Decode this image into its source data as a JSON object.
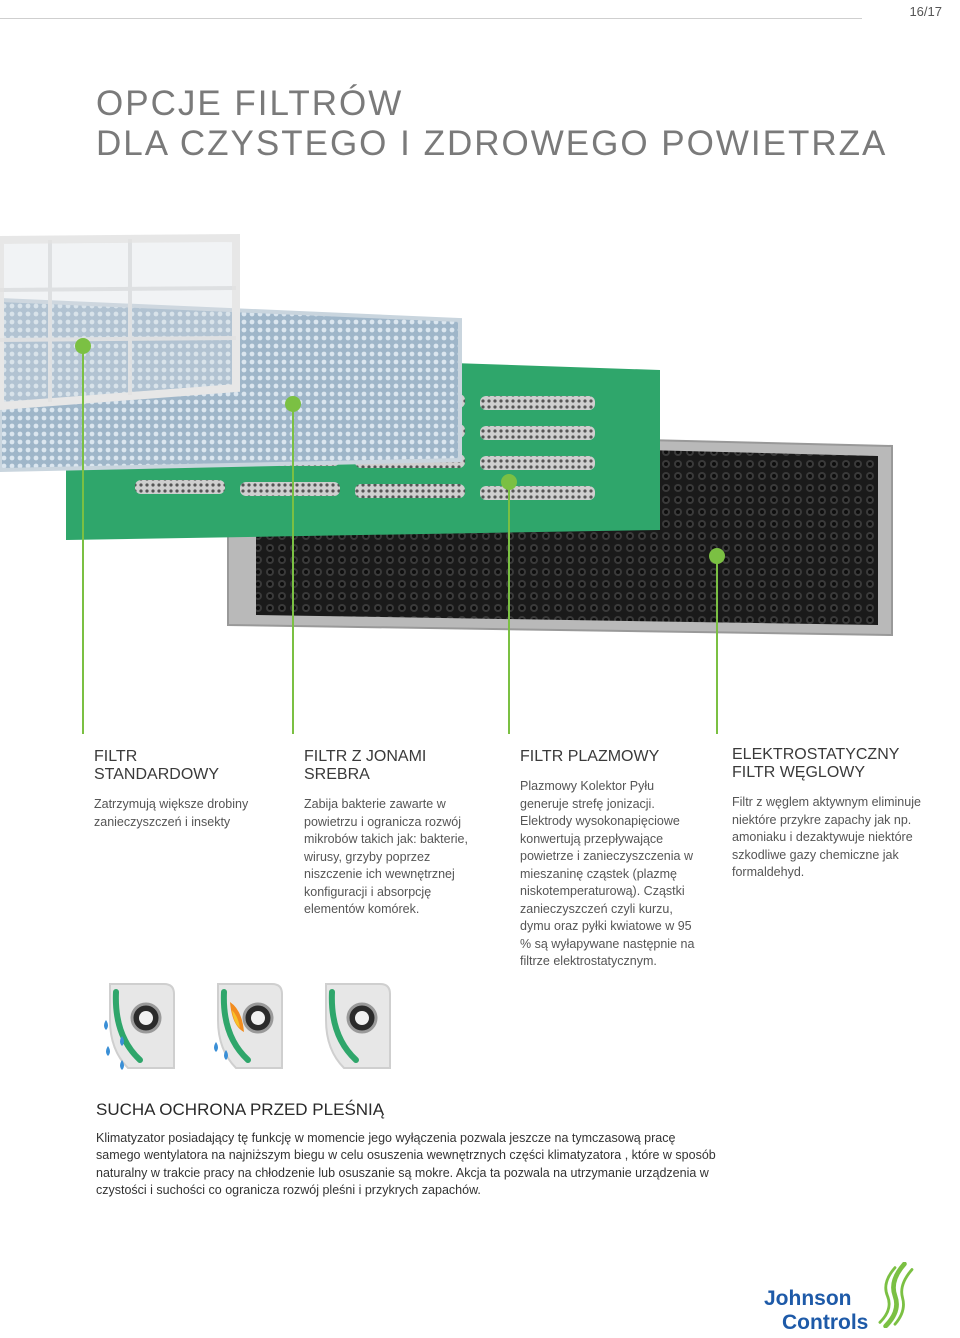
{
  "page": {
    "number": "16/17"
  },
  "title": {
    "line1": "OPCJE FILTRÓW",
    "line2": "DLA CZYSTEGO I ZDROWEGO POWIETRZA"
  },
  "colors": {
    "accent_green": "#7bc043",
    "filter_green": "#2fa66b",
    "brand_blue": "#1e5aa8"
  },
  "filters": [
    {
      "title_l1": "FILTR",
      "title_l2": "STANDARDOWY",
      "text": "Zatrzymują większe drobiny zanieczyszczeń i insekty"
    },
    {
      "title_l1": "FILTR Z JONAMI",
      "title_l2": "SREBRA",
      "text": "Zabija bakterie zawarte w powietrzu i ogranicza rozwój mikrobów takich jak: bakterie, wirusy, grzyby poprzez niszczenie ich wewnętrznej konfiguracji i absorpcję elementów komórek."
    },
    {
      "title_l1": "FILTR PLAZMOWY",
      "title_l2": "",
      "text": "Plazmowy Kolektor Pyłu generuje strefę jonizacji. Elektrody wysokonapięciowe konwertują przepływające powietrze i zanieczyszczenia w mieszaninę cząstek (plazmę niskotemperaturową). Cząstki zanieczyszczeń czyli kurzu, dymu oraz pyłki kwiatowe w 95 % są wyłapywane następnie na filtrze elektrostatycznym."
    },
    {
      "title_l1": "ELEKTROSTATYCZNY",
      "title_l2": "FILTR WĘGLOWY",
      "text": "Filtr z węglem aktywnym eliminuje niektóre przykre zapachy jak np. amoniaku i dezaktywuje niektóre szkodliwe gazy chemiczne jak formaldehyd."
    }
  ],
  "mold": {
    "heading": "SUCHA OCHRONA PRZED PLEŚNIĄ",
    "text": "Klimatyzator posiadający tę funkcję w momencie jego wyłączenia pozwala jeszcze na tymczasową pracę samego wentylatora na najniższym biegu w celu osuszenia wewnętrznych części klimatyzatora , które w sposób naturalny w trakcie pracy  na chłodzenie lub osuszanie są mokre. Akcja ta pozwala na utrzymanie urządzenia w czystości i suchości co ogranicza rozwój pleśni i przykrych zapachów."
  },
  "icons": [
    "drying-stage-1-icon",
    "drying-stage-2-icon",
    "drying-stage-3-icon"
  ],
  "logo": {
    "line1": "Johnson",
    "line2": "Controls"
  }
}
